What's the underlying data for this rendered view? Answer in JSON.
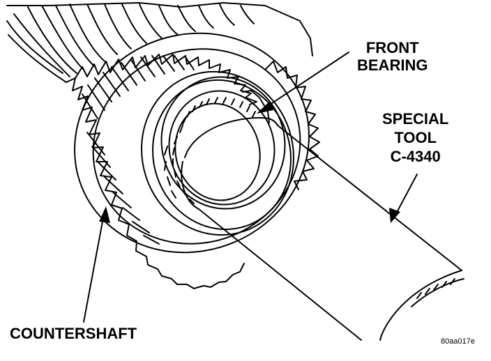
{
  "labels": {
    "front_bearing": [
      "FRONT",
      "BEARING"
    ],
    "special_tool": [
      "SPECIAL",
      "TOOL",
      "C-4340"
    ],
    "countershaft": "COUNTERSHAFT",
    "figure_code": "80aa017e"
  },
  "icons": {
    "gear": "countershaft-gear-icon",
    "bearing": "needle-bearing-icon",
    "tool": "special-tool-shaft-icon"
  },
  "colors": {
    "ink": "#000000",
    "paper": "#ffffff"
  }
}
